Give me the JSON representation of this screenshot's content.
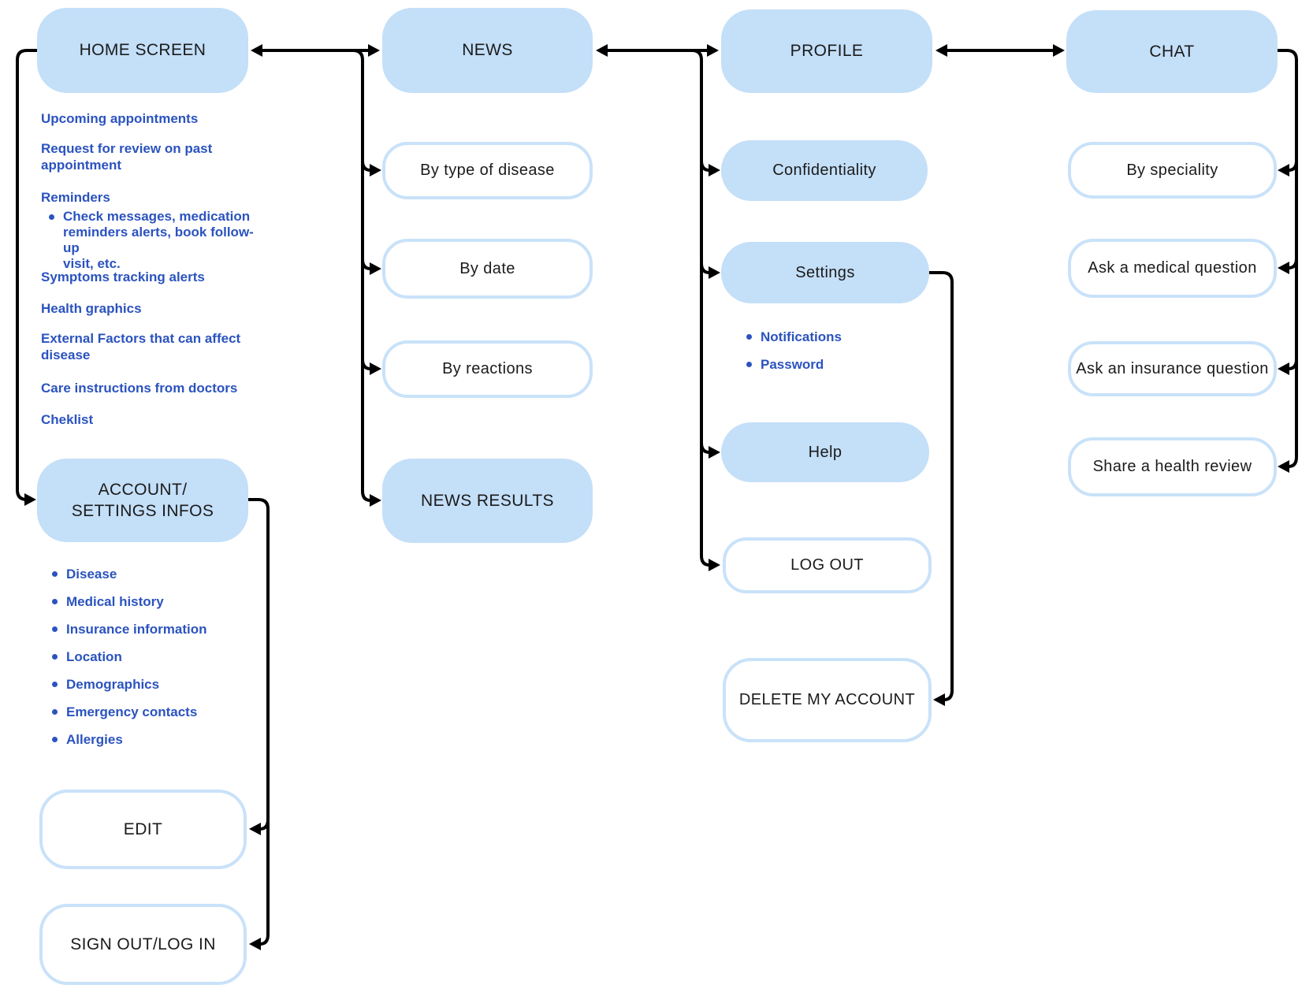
{
  "colors": {
    "node_fill": "#C4DFF8",
    "node_outline": "#C9E2F9",
    "accent_text": "#2B53BF",
    "connector_line": "#000000"
  },
  "home": {
    "title": "HOME SCREEN",
    "features": [
      {
        "label": "Upcoming appointments"
      },
      {
        "label": "Request for review on past\nappointment"
      },
      {
        "label": "Reminders",
        "bullet": "Check messages, medication\nreminders alerts, book follow-up\nvisit, etc."
      },
      {
        "label": "Symptoms tracking alerts"
      },
      {
        "label": "Health graphics"
      },
      {
        "label": "External Factors that can affect\ndisease"
      },
      {
        "label": "Care instructions from doctors"
      },
      {
        "label": "Cheklist"
      }
    ],
    "account": {
      "title": "ACCOUNT/\nSETTINGS INFOS",
      "bullets": [
        "Disease",
        "Medical history",
        "Insurance information",
        "Location",
        "Demographics",
        "Emergency contacts",
        "Allergies"
      ]
    },
    "edit": "EDIT",
    "signout": "SIGN OUT/LOG IN"
  },
  "news": {
    "title": "NEWS",
    "filters": [
      "By type of disease",
      "By date",
      "By reactions"
    ],
    "results": "NEWS RESULTS"
  },
  "profile": {
    "title": "PROFILE",
    "items": [
      "Confidentiality",
      "Settings",
      "Help"
    ],
    "settings_bullets": [
      "Notifications",
      "Password"
    ],
    "logout": "LOG OUT",
    "delete_account": "DELETE MY ACCOUNT"
  },
  "chat": {
    "title": "CHAT",
    "options": [
      "By speciality",
      "Ask a medical question",
      "Ask an insurance question",
      "Share a health review"
    ]
  }
}
